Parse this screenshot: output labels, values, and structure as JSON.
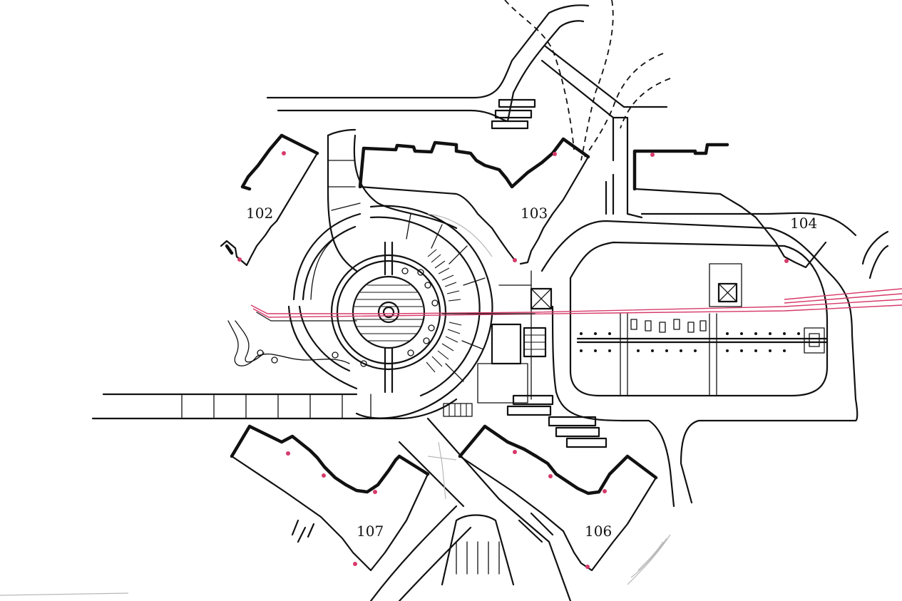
{
  "colors": {
    "ink": "#111111",
    "axis_line": "#d63a6a",
    "entrance_dot": "#d63a6a",
    "paper": "#ffffff",
    "pencil": "#b8b8b8"
  },
  "buildings": [
    {
      "id": "102",
      "label": "102"
    },
    {
      "id": "103",
      "label": "103"
    },
    {
      "id": "104",
      "label": "104"
    },
    {
      "id": "106",
      "label": "106"
    },
    {
      "id": "107",
      "label": "107"
    }
  ]
}
